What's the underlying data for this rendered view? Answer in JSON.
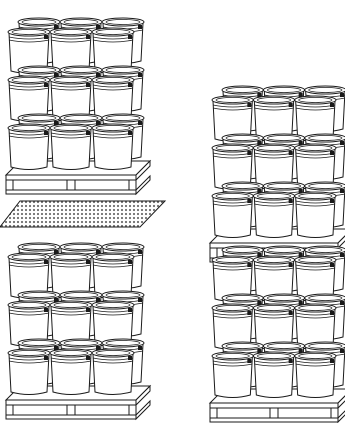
{
  "colors": {
    "outline": "#1a1a1a",
    "pail_fill": "#ffffff",
    "pallet_fill": "#ffffff",
    "sheet_fill": "#6e6e6e",
    "background": "#ffffff"
  },
  "illustration": {
    "stacks": [
      {
        "name": "left-upper-stack",
        "pallet": true,
        "pail_columns": 3,
        "pail_tiers": 3
      },
      {
        "name": "left-lower-stack",
        "pallet": true,
        "pail_columns": 3,
        "pail_tiers": 3
      },
      {
        "name": "right-upper-stack",
        "pallet": true,
        "pail_columns": 3,
        "pail_tiers": 3
      },
      {
        "name": "right-lower-stack",
        "pallet": true,
        "pail_columns": 3,
        "pail_tiers": 3
      }
    ],
    "separator_sheet": {
      "name": "tier-sheet",
      "pattern": "mesh"
    }
  }
}
